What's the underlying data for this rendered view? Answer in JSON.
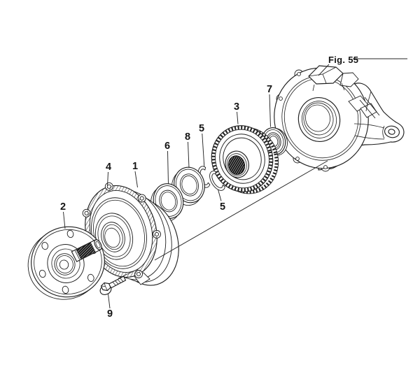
{
  "figure": {
    "reference_label": "Fig. 55",
    "callouts": {
      "c1": "1",
      "c2": "2",
      "c3": "3",
      "c4": "4",
      "c5a": "5",
      "c5b": "5",
      "c6": "6",
      "c7": "7",
      "c8": "8",
      "c9": "9"
    },
    "colors": {
      "ink": "#1f1f1f",
      "paper": "#ffffff"
    }
  }
}
